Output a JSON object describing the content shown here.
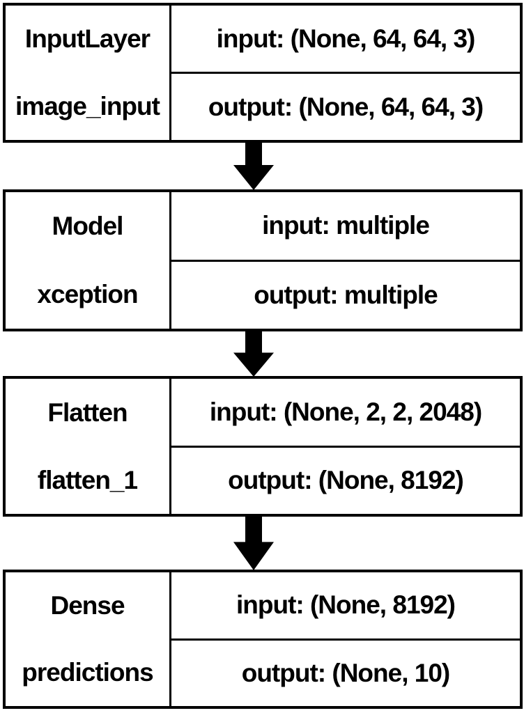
{
  "colors": {
    "line": "#000000",
    "text": "#000000",
    "background": "#ffffff"
  },
  "layers": [
    {
      "type": "InputLayer",
      "name": "image_input",
      "input_label": "input: (None, 64, 64, 3)",
      "output_label": "output: (None, 64, 64, 3)"
    },
    {
      "type": "Model",
      "name": "xception",
      "input_label": "input: multiple",
      "output_label": "output: multiple"
    },
    {
      "type": "Flatten",
      "name": "flatten_1",
      "input_label": "input: (None, 2, 2, 2048)",
      "output_label": "output: (None, 8192)"
    },
    {
      "type": "Dense",
      "name": "predictions",
      "input_label": "input: (None, 8192)",
      "output_label": "output: (None, 10)"
    }
  ],
  "connections": [
    {
      "from": "image_input",
      "to": "xception"
    },
    {
      "from": "xception",
      "to": "flatten_1"
    },
    {
      "from": "flatten_1",
      "to": "predictions"
    }
  ]
}
